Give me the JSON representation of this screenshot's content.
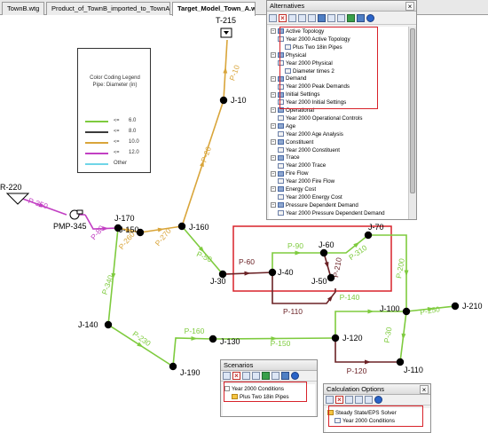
{
  "tabs": [
    {
      "label": "TownB.wtg",
      "active": false
    },
    {
      "label": "Product_of_TownB_imported_to_TownA.wtg",
      "active": false
    },
    {
      "label": "Target_Model_Town_A.wtg",
      "active": true
    }
  ],
  "colors": {
    "green": "#7ecb3e",
    "orange": "#d9a53a",
    "purple": "#c23fc3",
    "maroon": "#6b2226",
    "highlight": "#d8222a",
    "node": "#000000"
  },
  "legend": {
    "title_line1": "Color Coding Legend",
    "title_line2": "Pipe: Diameter (in)",
    "items": [
      {
        "op": "<=",
        "value": "6.0",
        "color": "#7ecb3e"
      },
      {
        "op": "<=",
        "value": "8.0",
        "color": "#3b3b3b"
      },
      {
        "op": "<=",
        "value": "10.0",
        "color": "#d9a53a"
      },
      {
        "op": "<=",
        "value": "12.0",
        "color": "#c23fc3"
      },
      {
        "op": "",
        "value": "Other",
        "color": "#6fd5e8"
      }
    ]
  },
  "network": {
    "nodes": {
      "T-215": "T-215",
      "J-10": "J-10",
      "R-220": "R-220",
      "PMP-345": "PMP-345",
      "J-170": "J-170",
      "J-150": "J-150",
      "J-160": "J-160",
      "J-30": "J-30",
      "J-40": "J-40",
      "J-60": "J-60",
      "J-50": "J-50",
      "J-70": "J-70",
      "J-100": "J-100",
      "J-210": "J-210",
      "J-140": "J-140",
      "J-130": "J-130",
      "J-120": "J-120",
      "J-110": "J-110",
      "J-190": "J-190"
    },
    "pipes": {
      "P-10": "P-10",
      "P-20": "P-20",
      "P-350": "P-350",
      "P-80": "P-80",
      "P-260": "P-260",
      "P-270": "P-270",
      "P-50": "P-50",
      "P-60": "P-60",
      "P-90": "P-90",
      "P-210": "P-210",
      "P-310": "P-310",
      "P-200": "P-200",
      "P-110": "P-110",
      "P-140": "P-140",
      "P-250": "P-250",
      "P-340": "P-340",
      "P-230": "P-230",
      "P-160": "P-160",
      "P-150": "P-150",
      "P-30": "P-30",
      "P-120": "P-120"
    }
  },
  "alternatives": {
    "title": "Alternatives",
    "close": "×",
    "rows": [
      {
        "label": "Active Topology",
        "level": 0,
        "icon": "folder"
      },
      {
        "label": "Year 2000 Active Topology",
        "level": 1,
        "icon": "doc"
      },
      {
        "label": "Plus Two 18in Pipes",
        "level": 2,
        "icon": "doc"
      },
      {
        "label": "Physical",
        "level": 0,
        "icon": "folder"
      },
      {
        "label": "Year 2000 Physical",
        "level": 1,
        "icon": "doc"
      },
      {
        "label": "Diameter times 2",
        "level": 2,
        "icon": "doc"
      },
      {
        "label": "Demand",
        "level": 0,
        "icon": "folder"
      },
      {
        "label": "Year 2000 Peak Demands",
        "level": 1,
        "icon": "doc"
      },
      {
        "label": "Initial Settings",
        "level": 0,
        "icon": "folder"
      },
      {
        "label": "Year 2000 Initial Settings",
        "level": 1,
        "icon": "doc"
      },
      {
        "label": "Operational",
        "level": 0,
        "icon": "folder"
      },
      {
        "label": "Year 2000 Operational Controls",
        "level": 1,
        "icon": "doc"
      },
      {
        "label": "Age",
        "level": 0,
        "icon": "folder"
      },
      {
        "label": "Year 2000 Age Analysis",
        "level": 1,
        "icon": "doc"
      },
      {
        "label": "Constituent",
        "level": 0,
        "icon": "folder"
      },
      {
        "label": "Year 2000 Constituent",
        "level": 1,
        "icon": "doc"
      },
      {
        "label": "Trace",
        "level": 0,
        "icon": "folder"
      },
      {
        "label": "Year 2000 Trace",
        "level": 1,
        "icon": "doc"
      },
      {
        "label": "Fire Flow",
        "level": 0,
        "icon": "folder"
      },
      {
        "label": "Year 2000 Fire Flow",
        "level": 1,
        "icon": "doc"
      },
      {
        "label": "Energy Cost",
        "level": 0,
        "icon": "folder"
      },
      {
        "label": "Year 2000 Energy Cost",
        "level": 1,
        "icon": "doc"
      },
      {
        "label": "Pressure Dependent Demand",
        "level": 0,
        "icon": "folder"
      },
      {
        "label": "Year 2000 Pressure Dependent Demand",
        "level": 1,
        "icon": "doc"
      }
    ]
  },
  "scenarios": {
    "title": "Scenarios",
    "close": "×",
    "rows": [
      {
        "label": "Year 2000 Conditions",
        "level": 0
      },
      {
        "label": "Plus Two 18in Pipes",
        "level": 1
      }
    ]
  },
  "calc_options": {
    "title": "Calculation Options",
    "close": "×",
    "rows": [
      {
        "label": "Steady State/EPS Solver",
        "level": 0
      },
      {
        "label": "Year 2000 Conditions",
        "level": 1
      }
    ]
  }
}
